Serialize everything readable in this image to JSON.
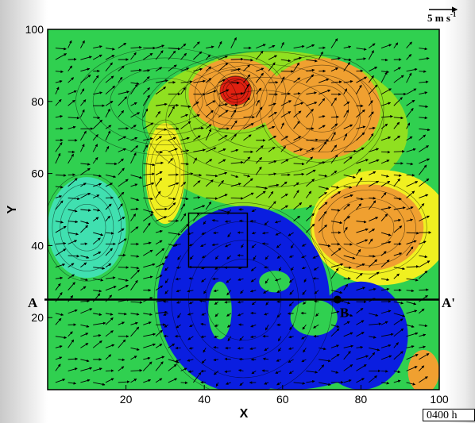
{
  "chart_data": {
    "type": "heatmap",
    "xlabel": "X",
    "ylabel": "Y",
    "xlim": [
      0,
      100
    ],
    "ylim": [
      0,
      100
    ],
    "x_ticks": [
      20,
      40,
      60,
      80,
      100
    ],
    "y_ticks": [
      20,
      40,
      60,
      80,
      100
    ],
    "grid": false,
    "legend": "none",
    "vector_scale_label": "5 m s",
    "vector_scale_exponent": "-1",
    "time_label": "0400 h",
    "section_line": {
      "y": 25,
      "x_start": 0,
      "x_end": 100,
      "start_label": "A",
      "end_label": "A'"
    },
    "point": {
      "label": "B",
      "x": 74,
      "y": 25
    },
    "box": {
      "x_min": 36,
      "x_max": 51,
      "y_min": 34,
      "y_max": 49
    },
    "colors": {
      "water": "#0a1ee0",
      "low": "#40e0b0",
      "mid_low": "#30d050",
      "mid": "#90e020",
      "high_mid": "#f0f020",
      "high": "#f0a030",
      "peak": "#e02010"
    },
    "field_levels": [
      {
        "level": "mid-low",
        "center": [
          30,
          80
        ],
        "radius": [
          22,
          14
        ]
      },
      {
        "level": "mid",
        "center": [
          55,
          75
        ],
        "radius": [
          30,
          18
        ]
      },
      {
        "level": "high",
        "center": [
          48,
          82
        ],
        "radius": [
          12,
          10
        ]
      },
      {
        "level": "high",
        "center": [
          70,
          78
        ],
        "radius": [
          15,
          14
        ]
      },
      {
        "level": "peak",
        "center": [
          48,
          83
        ],
        "radius": [
          4,
          4
        ]
      },
      {
        "level": "high",
        "center": [
          82,
          45
        ],
        "radius": [
          14,
          12
        ]
      },
      {
        "level": "high-mid",
        "center": [
          30,
          60
        ],
        "radius": [
          5,
          14
        ]
      },
      {
        "level": "low",
        "center": [
          10,
          45
        ],
        "radius": [
          10,
          14
        ]
      },
      {
        "level": "water",
        "center": [
          50,
          25
        ],
        "radius": [
          22,
          26
        ]
      }
    ]
  }
}
